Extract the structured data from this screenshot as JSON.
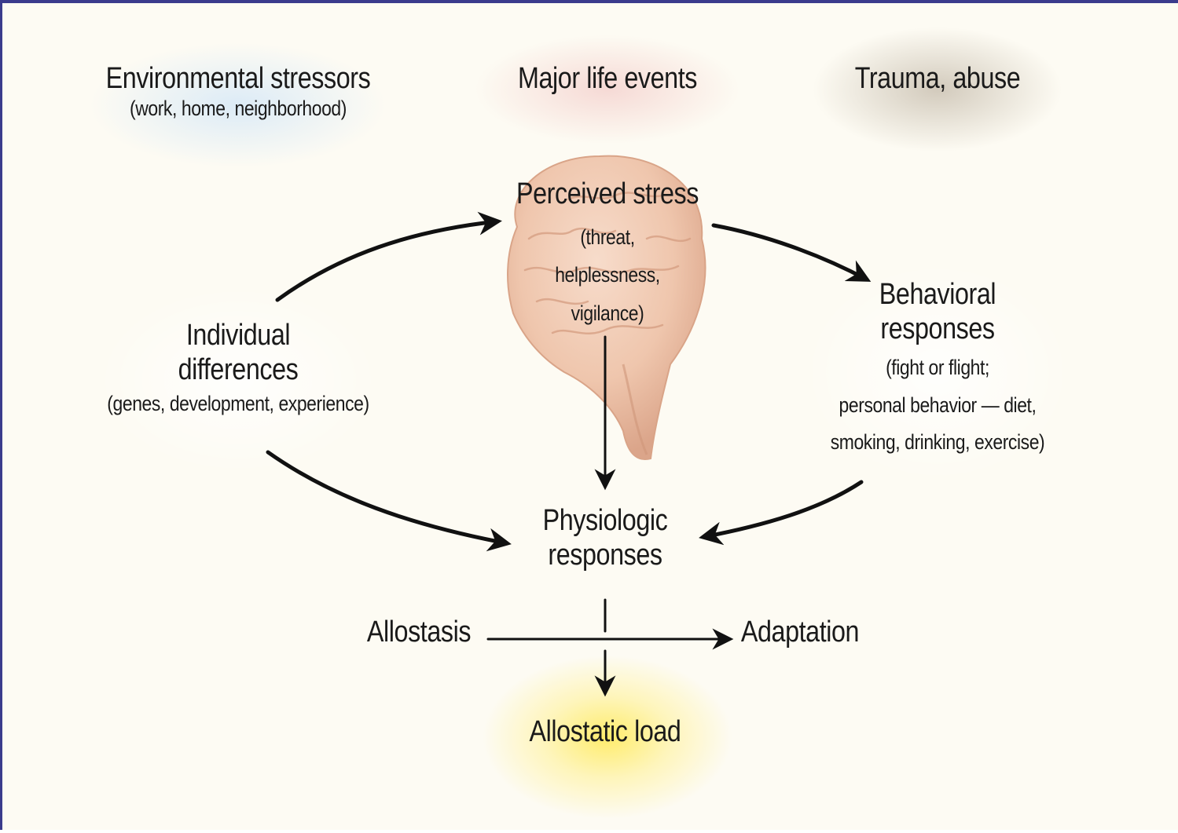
{
  "stressors": {
    "environmental": {
      "title": "Environmental stressors",
      "detail": "(work, home, neighborhood)"
    },
    "life_events": {
      "title": "Major life events"
    },
    "trauma": {
      "title": "Trauma, abuse"
    }
  },
  "perceived_stress": {
    "title": "Perceived stress",
    "detail_lines": [
      "(threat,",
      "helplessness,",
      "vigilance)"
    ]
  },
  "individual_differences": {
    "title_lines": [
      "Individual",
      "differences"
    ],
    "detail": "(genes, development, experience)"
  },
  "behavioral_responses": {
    "title_lines": [
      "Behavioral",
      "responses"
    ],
    "detail_lines": [
      "(fight or flight;",
      "personal behavior — diet,",
      "smoking, drinking, exercise)"
    ]
  },
  "physiologic_responses": {
    "title_lines": [
      "Physiologic",
      "responses"
    ]
  },
  "outcomes": {
    "allostasis": "Allostasis",
    "adaptation": "Adaptation",
    "allostatic_load": "Allostatic load"
  },
  "colors": {
    "frame_border": "#3b3b8c",
    "background": "#fdfbf3",
    "brain": "#f0cbb4",
    "arrow": "#111111",
    "load_glow": "#ffeb64"
  },
  "icons": {
    "brain": "brain-illustration"
  }
}
